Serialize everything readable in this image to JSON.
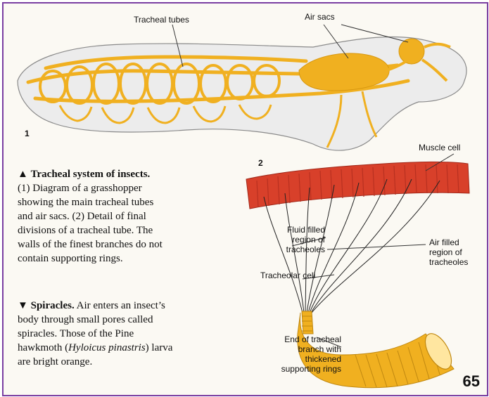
{
  "figure1": {
    "number": "1",
    "labels": {
      "tracheal_tubes": "Tracheal tubes",
      "air_sacs": "Air sacs"
    }
  },
  "figure2": {
    "number": "2",
    "labels": {
      "muscle_cell": "Muscle cell",
      "fluid_filled": [
        "Fluid filled",
        "region of",
        "tracheoles"
      ],
      "air_filled": [
        "Air filled",
        "region of",
        "tracheoles"
      ],
      "tracheolar_cell": "Tracheolar cell",
      "end_of_branch": [
        "End of tracheal",
        "branch with",
        "thickened",
        "supporting rings"
      ]
    }
  },
  "captions": {
    "tracheal_system": {
      "marker": "▲",
      "title": "Tracheal system of insects.",
      "body": [
        "(1) Diagram of a grasshopper",
        "showing the main tracheal tubes",
        "and air sacs. (2) Detail of final",
        "divisions of a tracheal tube. The",
        "walls of the finest branches do not",
        "contain supporting rings."
      ]
    },
    "spiracles": {
      "marker": "▼",
      "title": "Spiracles.",
      "body_first": " Air enters an insect’s",
      "body": [
        "body through small pores called",
        "spiracles. Those of the Pine"
      ],
      "species_prefix": "hawkmoth (",
      "species": "Hyloicus pinastris",
      "species_suffix": ") larva",
      "last_line": "are bright orange."
    }
  },
  "page_number": "65",
  "colors": {
    "border": "#7a3ea1",
    "trachea": "#f0b020",
    "muscle": "#d8402a",
    "body_outline": "#8a8a8a"
  }
}
